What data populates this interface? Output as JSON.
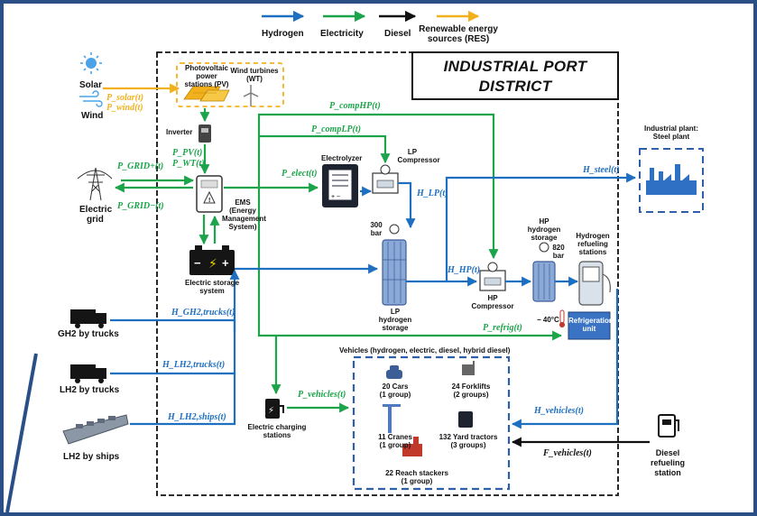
{
  "legend": {
    "hydrogen": "Hydrogen",
    "electricity": "Electricity",
    "diesel": "Diesel",
    "res_line1": "Renewable energy",
    "res_line2": "sources (RES)",
    "colors": {
      "hydrogen": "#1f6fc0",
      "electricity": "#1ca44a",
      "diesel": "#111111",
      "res": "#f2b11c"
    }
  },
  "district": {
    "line1": "INDUSTRIAL PORT",
    "line2": "DISTRICT"
  },
  "sources": {
    "solar": "Solar",
    "wind": "Wind",
    "grid_line1": "Electric",
    "grid_line2": "grid",
    "gh2_trucks": "GH2 by trucks",
    "lh2_trucks": "LH2 by trucks",
    "lh2_ships": "LH2 by ships"
  },
  "components": {
    "pv_line1": "Photovoltaic",
    "pv_line2": "power",
    "pv_line3": "stations (PV)",
    "wt_line1": "Wind turbines",
    "wt_line2": "(WT)",
    "inverter": "Inverter",
    "ems_line1": "EMS",
    "ems_line2": "(Energy",
    "ems_line3": "Management",
    "ems_line4": "System)",
    "storage_line1": "Electric storage",
    "storage_line2": "system",
    "electrolyzer": "Electrolyzer",
    "lp_comp_line1": "LP",
    "lp_comp_line2": "Compressor",
    "bar300_line1": "300",
    "bar300_line2": "bar",
    "lp_storage_line1": "LP",
    "lp_storage_line2": "hydrogen",
    "lp_storage_line3": "storage",
    "hp_comp_line1": "HP",
    "hp_comp_line2": "Compressor",
    "hp_storage_line1": "HP",
    "hp_storage_line2": "hydrogen",
    "hp_storage_line3": "storage",
    "bar820_line1": "820",
    "bar820_line2": "bar",
    "refuel_line1": "Hydrogen",
    "refuel_line2": "refueling",
    "refuel_line3": "stations",
    "minus40": "− 40°C",
    "refrig_line1": "Refrigeration",
    "refrig_line2": "unit",
    "charging_line1": "Electric charging",
    "charging_line2": "stations",
    "plant_line1": "Industrial plant:",
    "plant_line2": "Steel plant",
    "diesel_line1": "Diesel",
    "diesel_line2": "refueling",
    "diesel_line3": "station"
  },
  "vehicles": {
    "title": "Vehicles (hydrogen, electric, diesel, hybrid diesel)",
    "cars_line1": "20 Cars",
    "cars_line2": "(1 group)",
    "forklifts_line1": "24 Forklifts",
    "forklifts_line2": "(2 groups)",
    "cranes_line1": "11 Cranes",
    "cranes_line2": "(1 group)",
    "tractors_line1": "132 Yard tractors",
    "tractors_line2": "(3 groups)",
    "stackers_line1": "22 Reach stackers",
    "stackers_line2": "(1 group)"
  },
  "flows": {
    "p_solar": "P_solar(t)",
    "p_wind": "P_wind(t)",
    "p_pv": "P_PV(t)",
    "p_wt": "P_WT(t)",
    "p_grid_plus": "P_GRID+(t)",
    "p_grid_minus": "P_GRID−(t)",
    "p_comp_hp": "P_compHP(t)",
    "p_comp_lp": "P_compLP(t)",
    "p_elect": "P_elect(t)",
    "h_lp": "H_LP(t)",
    "h_steel": "H_steel(t)",
    "h_hp": "H_HP(t)",
    "h_gh2": "H_GH2,trucks(t)",
    "p_refrig": "P_refrig(t)",
    "h_lh2_trucks": "H_LH2,trucks(t)",
    "h_lh2_ships": "H_LH2,ships(t)",
    "p_vehicles": "P_vehicles(t)",
    "h_vehicles": "H_vehicles(t)",
    "f_vehicles": "F_vehicles(t)"
  }
}
